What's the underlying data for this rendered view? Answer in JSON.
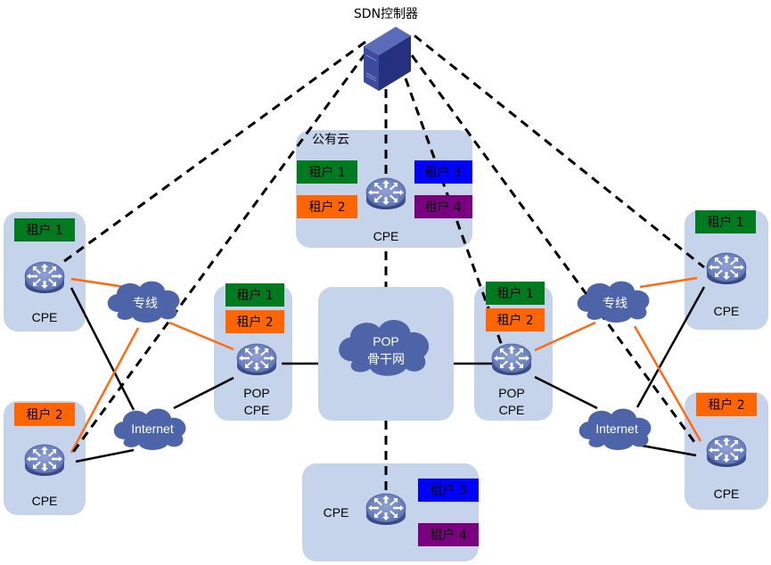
{
  "title": "SDN控制器",
  "colors": {
    "region_fill": "#c5d3eb",
    "cloud_fill": "#4e64a8",
    "server_front": "#25307f",
    "server_side": "#3d4b9f",
    "tenant_1": "#007a1e",
    "tenant_2": "#ff6600",
    "tenant_3": "#0000ff",
    "tenant_4": "#7a0080",
    "link_orange": "#ff6a13",
    "link_black": "#000000",
    "control_dashed": "#000000"
  },
  "controller": {
    "label": "SDN控制器",
    "icon": "server-icon"
  },
  "public_cloud": {
    "label": "公有云",
    "cpe_label": "CPE",
    "tenants": [
      "租户 1",
      "租户 2",
      "租户 3",
      "租户 4"
    ]
  },
  "pop_backbone": {
    "line1": "POP",
    "line2": "骨干网"
  },
  "left_top_site": {
    "tenant": "租户 1",
    "cpe_label": "CPE"
  },
  "left_bottom_site": {
    "tenant": "租户 2",
    "cpe_label": "CPE"
  },
  "right_top_site": {
    "tenant": "租户 1",
    "cpe_label": "CPE"
  },
  "right_bottom_site": {
    "tenant": "租户 2",
    "cpe_label": "CPE"
  },
  "left_pop_cpe": {
    "tenants": [
      "租户 1",
      "租户 2"
    ],
    "label_line1": "POP",
    "label_line2": "CPE"
  },
  "right_pop_cpe": {
    "tenants": [
      "租户 1",
      "租户 2"
    ],
    "label_line1": "POP",
    "label_line2": "CPE"
  },
  "bottom_site": {
    "cpe_label": "CPE",
    "tenants": [
      "租户 3",
      "租户 4"
    ]
  },
  "clouds": {
    "left_leased": "专线",
    "left_internet": "Internet",
    "right_leased": "专线",
    "right_internet": "Internet"
  }
}
